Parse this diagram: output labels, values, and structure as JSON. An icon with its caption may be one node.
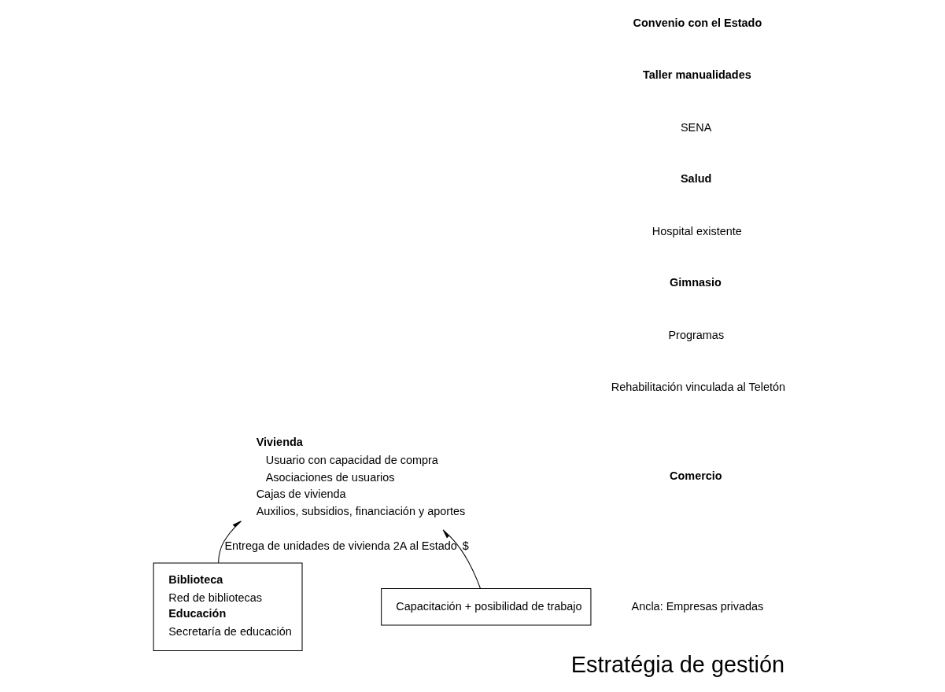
{
  "diagram": {
    "title": "Estratégia de gestión",
    "nodes": [
      {
        "text": [
          "Vivienda",
          "Usuario con capacidad de compra",
          "Asociaciones de usuarios",
          "Cajas de vivienda",
          "Auxilios, subsidios, financiación y aportes"
        ]
      },
      {
        "text": [
          "Biblioteca",
          "Red de bibliotecas",
          "Educación",
          "Secretaría de educación"
        ]
      },
      {
        "text": [
          "Capacitación + posibilidad de trabajo"
        ]
      }
    ],
    "edges": [
      {
        "from": 1,
        "to": 0,
        "arrow": "to",
        "label": "Entrega de unidades de vivienda 2A al Estado"
      },
      {
        "from": 2,
        "to": 0,
        "arrow": "to",
        "label": "$"
      }
    ],
    "labels": [
      "Convenio con el Estado",
      "Taller manualidades",
      "SENA",
      "Salud",
      "Hospital existente",
      "Gimnasio",
      "Programas",
      "Rehabilitación vinculada al Teletón",
      "Comercio",
      "Ancla: Empresas privadas"
    ]
  }
}
